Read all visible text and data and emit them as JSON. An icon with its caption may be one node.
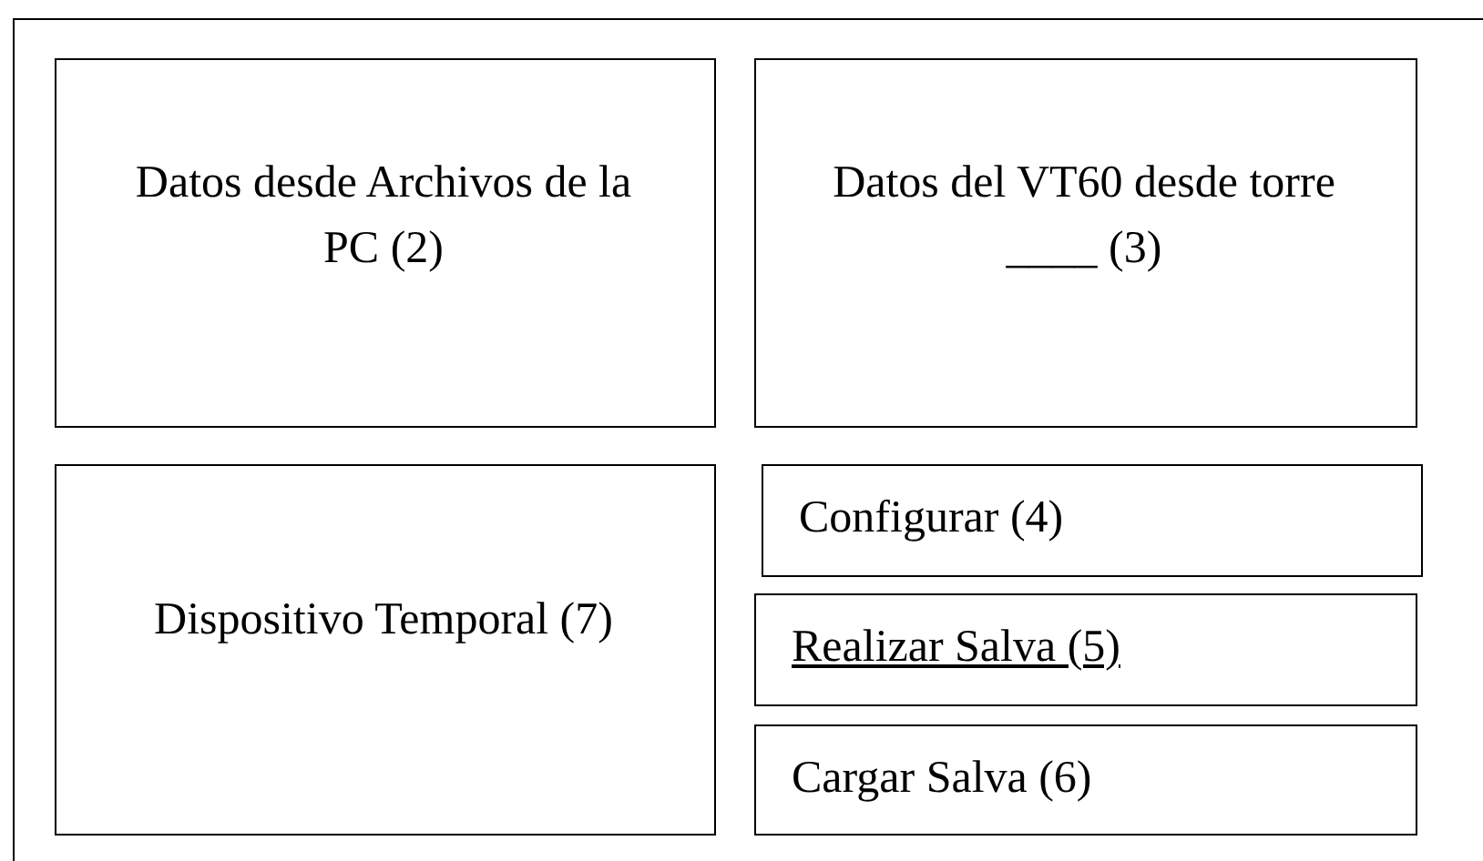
{
  "diagram": {
    "nodes": [
      {
        "text": [],
        "shape": "box"
      },
      {
        "text": [
          "Datos desde Archivos de la PC (2)"
        ],
        "in": 0
      },
      {
        "text": [
          "Datos del VT60 desde torre ____ (3)"
        ],
        "in": 0
      },
      {
        "text": [
          "Dispositivo Temporal (7)"
        ],
        "in": 0
      },
      {
        "text": [
          "Configurar (4)"
        ],
        "in": 0
      },
      {
        "text": [
          "Realizar Salva (5)"
        ],
        "in": 0
      },
      {
        "text": [
          "Cargar Salva (6)"
        ],
        "in": 0
      }
    ]
  }
}
